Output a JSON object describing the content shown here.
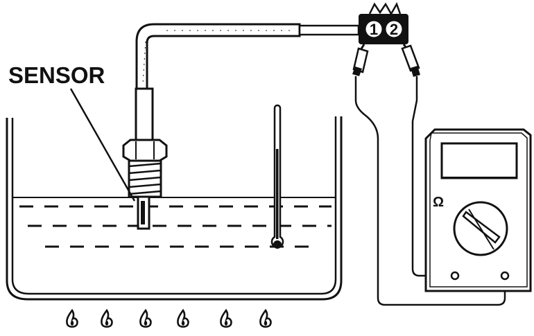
{
  "labels": {
    "sensor": "SENSOR",
    "terminal_1": "1",
    "terminal_2": "2",
    "ohm_symbol": "Ω"
  },
  "colors": {
    "ink": "#111111",
    "paper": "#ffffff"
  },
  "icons": {
    "burner_flame": "flame-icon"
  }
}
